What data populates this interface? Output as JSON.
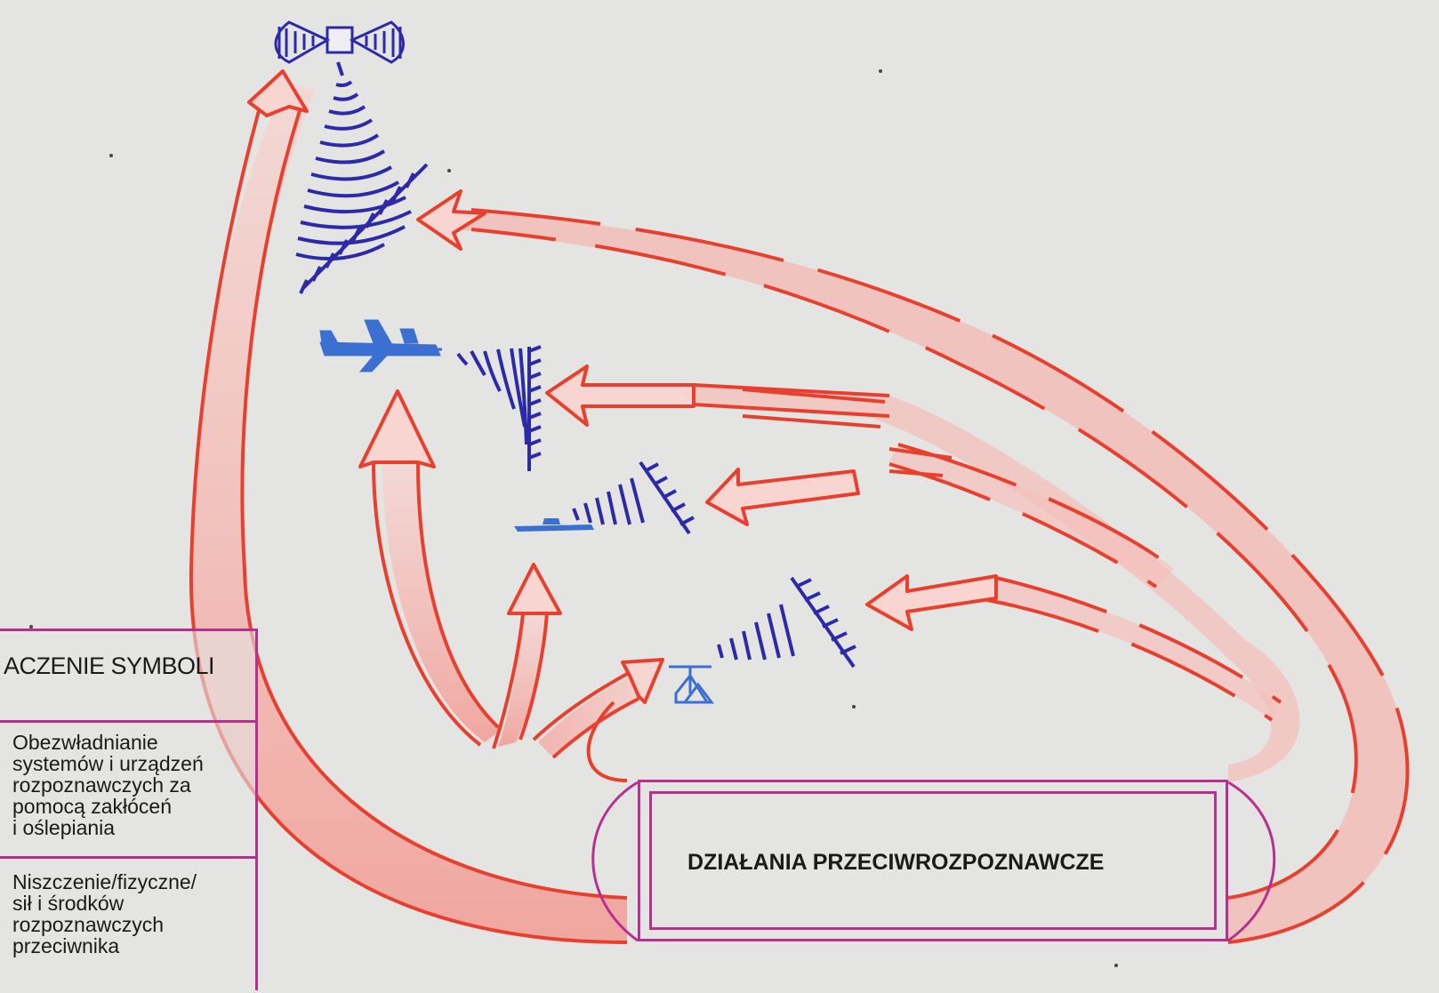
{
  "legend": {
    "title": "ACZENIE SYMBOLI",
    "item1_lines": [
      "Obezwładnianie",
      "systemów i urządzeń",
      "rozpoznawczych za",
      "pomocą  zakłóceń",
      "i  oślepiania"
    ],
    "item2_lines": [
      "Niszczenie/fizyczne/",
      "sił  i  środków",
      "rozpoznawczych",
      "przeciwnika"
    ]
  },
  "center_label": "DZIAŁANIA  PRZECIWROZPOZNAWCZE",
  "colors": {
    "arrow_red": "#e8402f",
    "arrow_fill": "#f2a9a4",
    "target_blue": "#2c2aa8",
    "vehicle_blue": "#3b6fd1",
    "frame_magenta": "#b8308f",
    "background": "#e4e5e3"
  },
  "icons": [
    "satellite-icon",
    "aircraft-icon",
    "ship-icon",
    "radar-antenna-icon",
    "jamming-wave-icon"
  ]
}
